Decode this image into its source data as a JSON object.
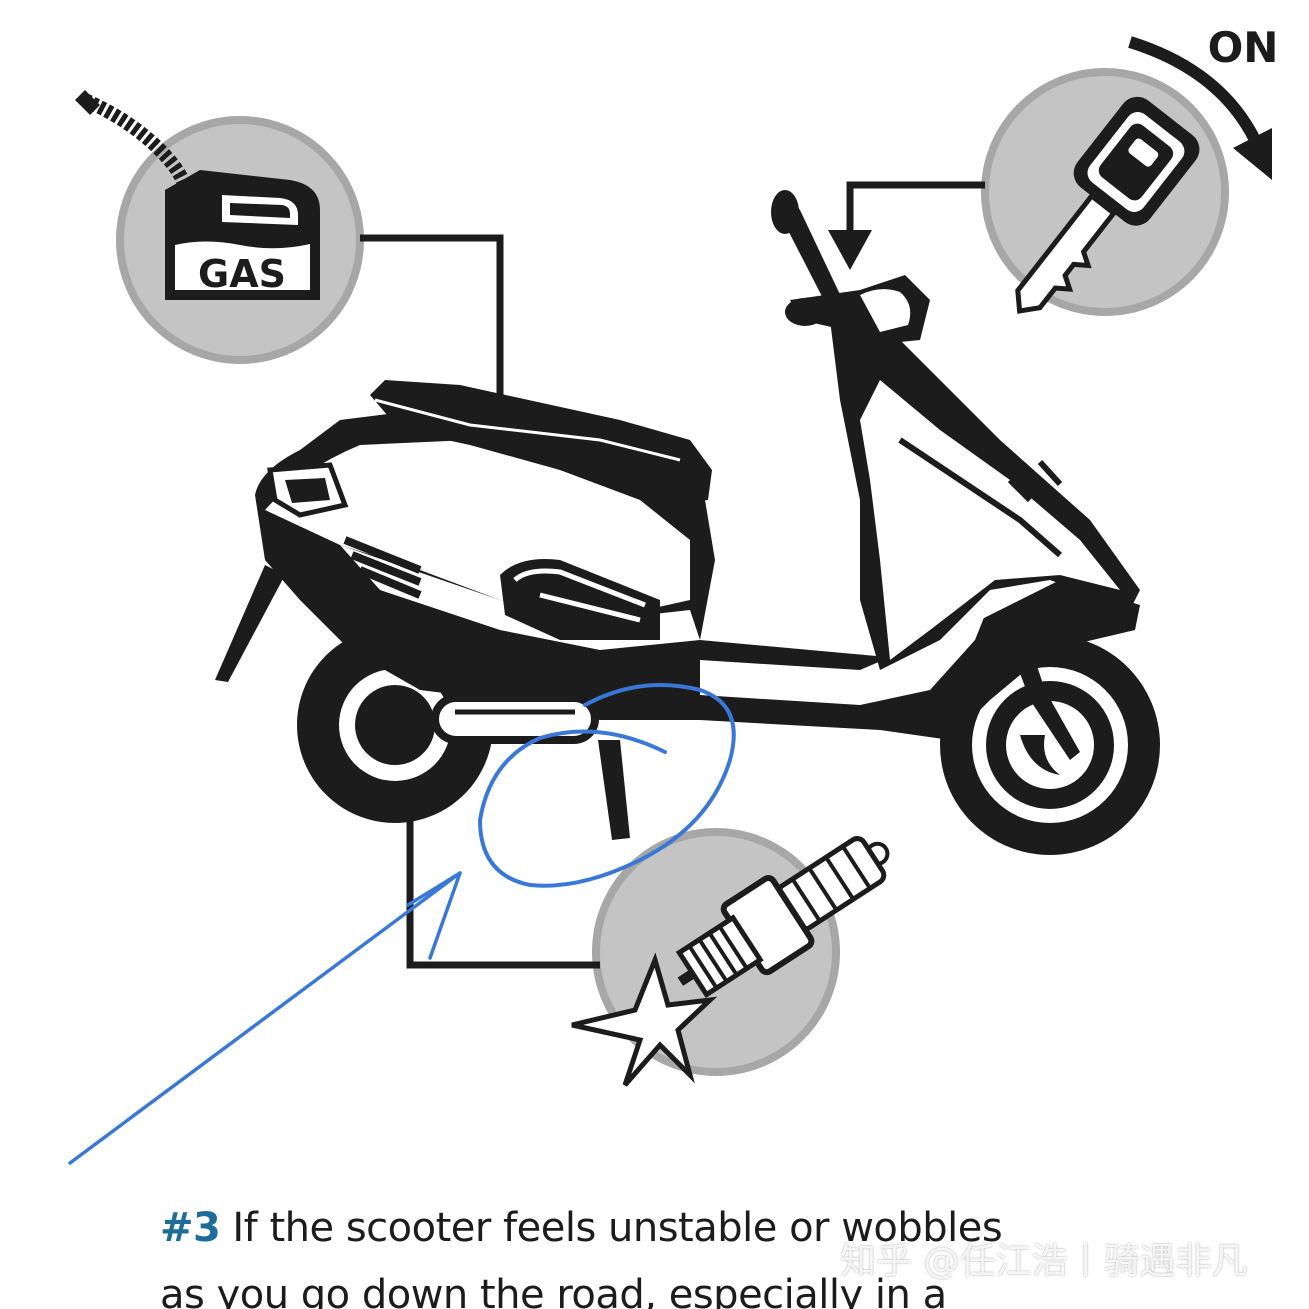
{
  "callouts": {
    "gas_label": "GAS",
    "key_label": "ON"
  },
  "paragraph": {
    "step_number": "#3",
    "line1": "If the scooter feels unstable or wobbles",
    "line2": "as you go down the road, especially in a"
  },
  "watermark": "知乎 @任江浩丨骑遇非凡",
  "colors": {
    "ink": "#1c1c1c",
    "callout_circle": "#c4c4c4",
    "callout_ring": "#a7a7a7",
    "step_accent": "#1d6d9a",
    "annotation_pen": "#3a78d8"
  }
}
